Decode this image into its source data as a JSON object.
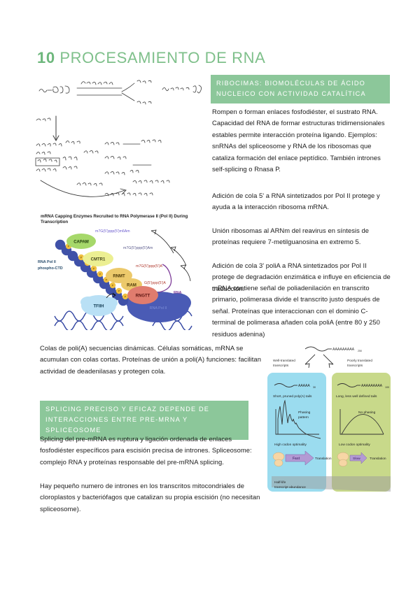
{
  "document": {
    "title_number": "10",
    "title_text": "PROCESAMIENTO DE RNA"
  },
  "sections": {
    "ribocimas": {
      "heading": "RIBOCIMAS: BIOMOLÉCULAS DE ÁCIDO NUCLEICO CON ACTIVIDAD CATALÍTICA",
      "paragraphs": [
        "Rompen o forman enlaces fosfodiéster, el sustrato RNA. Capacidad del RNA de formar estructuras tridimensionales estables permite interacción proteína ligando. Ejemplos: snRNAs del spliceosome y RNA de los ribosomas que cataliza formación del enlace peptídico. También intrones self-splicing o Rnasa P.",
        "Adición de cola 5' a RNA sintetizados por Pol II protege y ayuda a la interacción ribosoma mRNA.",
        "Unión ribosomas al ARNm del reavirus en síntesis de proteínas requiere 7-metilguanosina en extremo 5.",
        "Adición de cola 3' poliA a RNA sintetizados por Pol II protege de degradación enzimática e influye en eficiencia de traducción.",
        "mRNA contiene señal de poliadenilación en transcrito primario, polimerasa divide el transcrito justo después de señal. Proteínas que interaccionan con el dominio C-terminal de polimerasa añaden cola poliA (entre 80 y 250 residuos adenina)"
      ]
    },
    "colas_polia": {
      "paragraph": "Colas de poli(A) secuencias dinámicas. Células somáticas, mRNA se acumulan con colas cortas. Proteínas de unión a poli(A) funciones: facilitan actividad de deadenilasas y protegen cola."
    },
    "splicing": {
      "heading": "SPLICING PRECISO Y EFICAZ DEPENDE DE INTERACCIONES ENTRE PRE-MRNA Y SPLICEOSOME",
      "paragraphs": [
        "Splicing del pre-mRNA es ruptura y ligación ordenada de enlaces fosfodiéster específicos para escisión precisa de intrones. Spliceosome: complejo RNA y proteínas responsable del pre-mRNA splicing.",
        "Hay pequeño numero de intrones en los transcritos mitocondriales de cloroplastos y bacteriófagos que catalizan su propia escisión (no necesitan spliceosome)."
      ]
    }
  },
  "figure_capping": {
    "title": "mRNA Capping Enzymes Recruited to RNA Polymerase II (Pol II) During Transcription",
    "labels": {
      "ctd": "RNA Pol II",
      "ctd2": "phospho-CTD",
      "capam": "CAPAM",
      "cmtr1": "CMTR1",
      "rnmt": "RNMT",
      "ram": "RAM",
      "rngtt": "RNGTT",
      "tfiih": "TFIIH",
      "polii": "RNA Pol II",
      "rna": "RNA",
      "cap_m6am": "m7G(5')ppp(5')m6Am",
      "cap_am": "m7G(5')ppp(5')Am",
      "cap_a": "m7G(5')ppp(5')A",
      "cap_gppp": "G(5')ppp(5')A",
      "phos": "P"
    },
    "colors": {
      "capam": "#a6d86a",
      "cmtr1": "#ecef92",
      "rnmt": "#ecc96b",
      "ram": "#ecc96b",
      "rngtt": "#e07c6e",
      "tfiih": "#b9e0f5",
      "ctd_bead": "#3f51a8",
      "polii": "#4a5bb5"
    }
  },
  "figure_polya": {
    "top_tail": "AAAAAAAAA",
    "top_tail_sub": "250",
    "left": {
      "header": "Well-translated transcripts",
      "tail": "AAAAA",
      "tail_sub": "30",
      "tail_caption": "Short, pruned poly(A) tails",
      "plot_label": "Phasing pattern",
      "codon": "High codon optimality",
      "speed": "Fast",
      "translation": "Translation",
      "bg": "#9bdcef"
    },
    "right": {
      "header": "Poorly translated transcripts",
      "tail": "AAAAAAAAA",
      "tail_sub": "100",
      "tail_caption": "Long, less well defined tails",
      "plot_label": "No phasing",
      "codon": "Low codon optimality",
      "speed": "Slow",
      "translation": "Translation",
      "bg": "#c8d98a"
    },
    "gradient_label_1": "Half-life",
    "gradient_label_2": "transcript abundance"
  },
  "theme": {
    "accent_green": "#8cc79a",
    "title_green": "#7fc08b",
    "text": "#1b1b1b",
    "page_bg": "#ffffff"
  }
}
